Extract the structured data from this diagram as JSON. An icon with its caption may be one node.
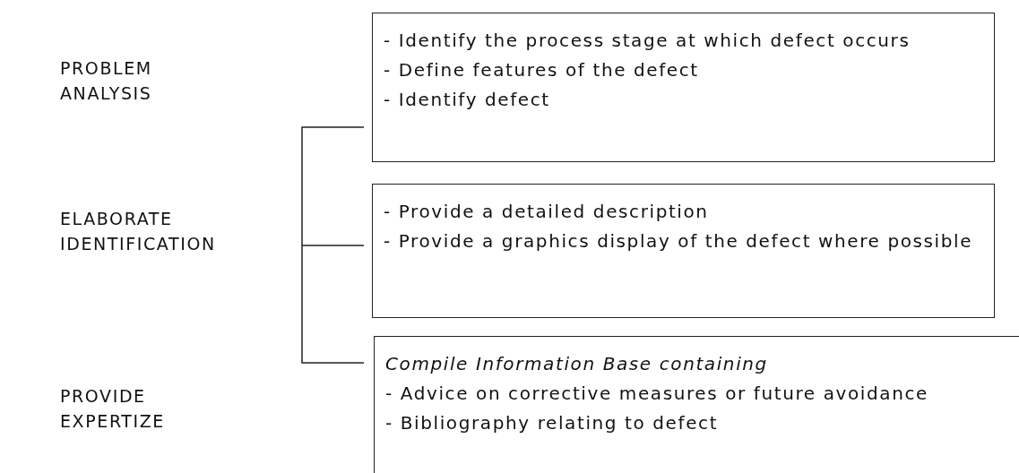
{
  "diagram": {
    "nodes": [
      {
        "text": [
          "- Identify the process stage at which defect occurs",
          "- Define features of the defect",
          "- Identify defect"
        ]
      },
      {
        "text": [
          "- Provide a detailed description",
          "- Provide a graphics display of the defect where possible"
        ]
      },
      {
        "text": [
          "Compile Information Base containing",
          "- Advice on corrective measures or future avoidance",
          "- Bibliography relating to defect"
        ]
      }
    ],
    "labels": [
      "PROBLEM ANALYSIS",
      "ELABORATE IDENTIFICATION",
      "PROVIDE EXPERTIZE"
    ]
  }
}
